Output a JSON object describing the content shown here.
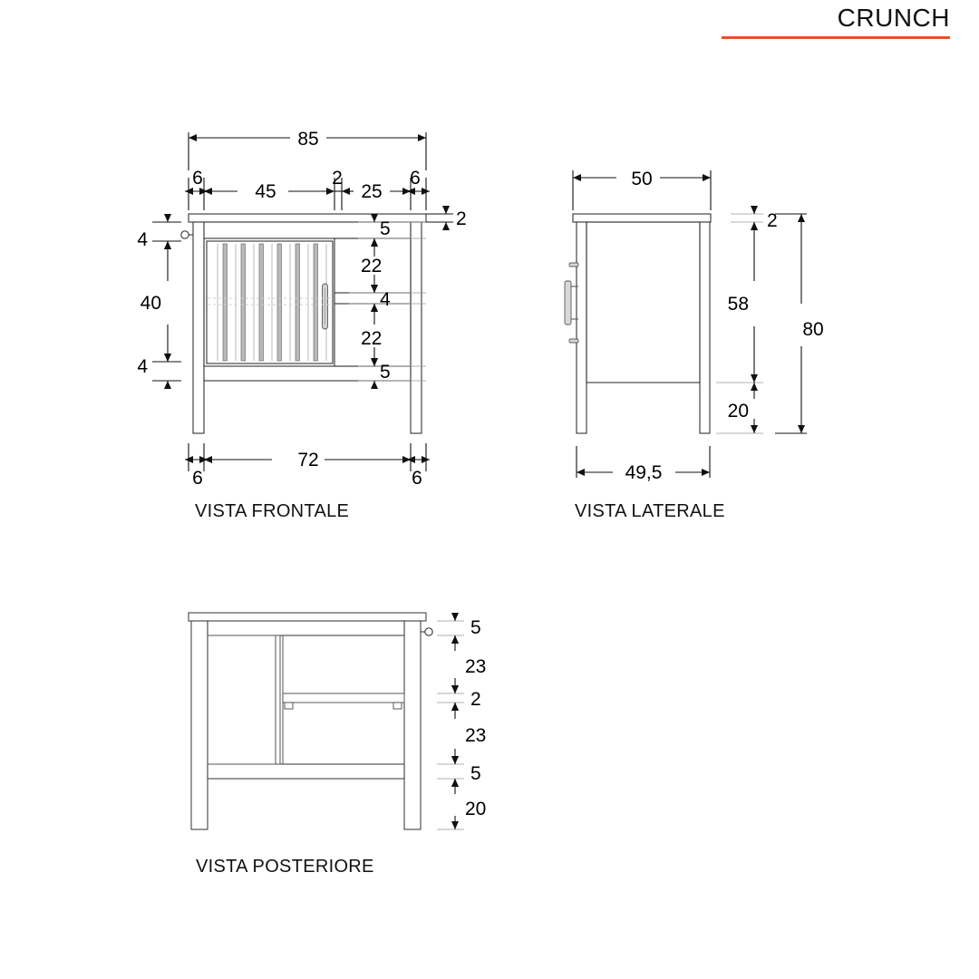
{
  "brand": {
    "name": "CRUNCH",
    "accent_color": "#e8502a"
  },
  "colors": {
    "line": "#1a1a1a",
    "thin_line": "#555555",
    "slat_fill": "#b8b8b8",
    "hidden_line": "#c8c8c8",
    "background": "#ffffff"
  },
  "views": [
    {
      "id": "front",
      "label": "VISTA FRONTALE",
      "dimensions": {
        "overall_width": "85",
        "top_chain": [
          "6",
          "45",
          "2",
          "25",
          "6"
        ],
        "left_chain": [
          "4",
          "40",
          "4"
        ],
        "right_chain": [
          "5",
          "22",
          "4",
          "22",
          "5"
        ],
        "top_thickness": "2",
        "bottom_width": "72",
        "bottom_offsets": [
          "6",
          "6"
        ]
      }
    },
    {
      "id": "side",
      "label": "VISTA LATERALE",
      "dimensions": {
        "depth": "50",
        "base_depth": "49,5",
        "right_chain": [
          "2",
          "58",
          "20"
        ],
        "overall_height": "80"
      }
    },
    {
      "id": "rear",
      "label": "VISTA POSTERIORE",
      "dimensions": {
        "right_chain": [
          "5",
          "23",
          "2",
          "23",
          "5",
          "20"
        ]
      }
    }
  ],
  "dims": {
    "d85": "85",
    "d6a": "6",
    "d45": "45",
    "d2a": "2",
    "d25": "25",
    "d6b": "6",
    "d2top": "2",
    "d4a": "4",
    "d40": "40",
    "d4b": "4",
    "d5a": "5",
    "d22a": "22",
    "d4c": "4",
    "d22b": "22",
    "d5b": "5",
    "d72": "72",
    "d6c": "6",
    "d6d": "6",
    "d50": "50",
    "d2side": "2",
    "d58": "58",
    "d20side": "20",
    "d80": "80",
    "d495": "49,5",
    "r5a": "5",
    "r23a": "23",
    "r2": "2",
    "r23b": "23",
    "r5b": "5",
    "r20": "20"
  }
}
